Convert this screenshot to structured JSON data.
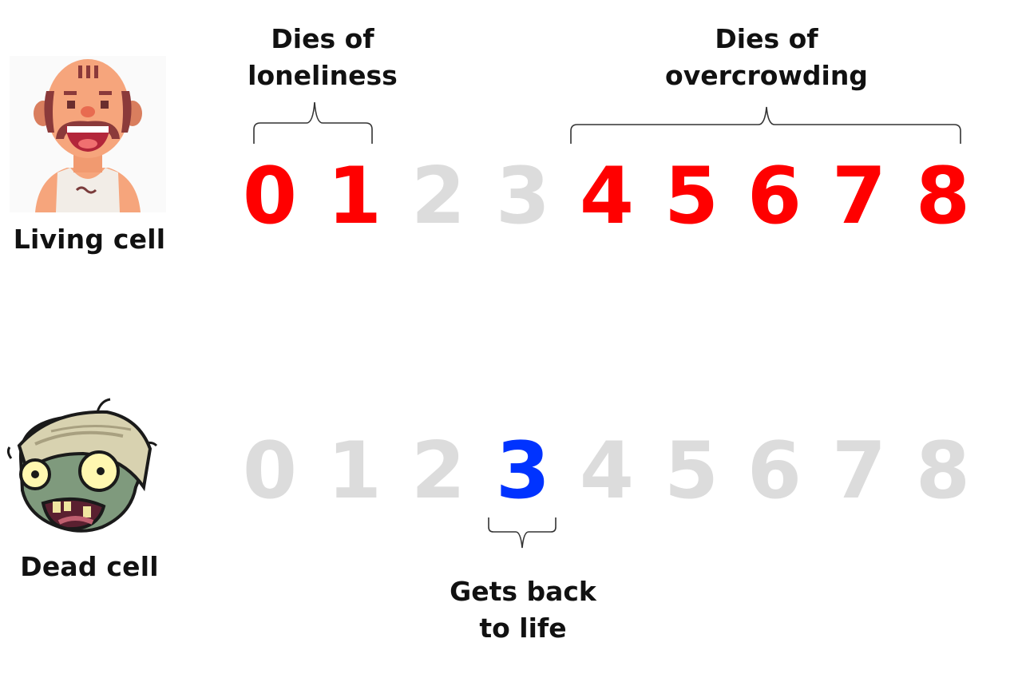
{
  "living": {
    "label": "Living cell",
    "icon": "bald-man-icon",
    "digits": [
      {
        "value": "0",
        "color": "#ff0000"
      },
      {
        "value": "1",
        "color": "#ff0000"
      },
      {
        "value": "2",
        "color": "#dcdcdc"
      },
      {
        "value": "3",
        "color": "#dcdcdc"
      },
      {
        "value": "4",
        "color": "#ff0000"
      },
      {
        "value": "5",
        "color": "#ff0000"
      },
      {
        "value": "6",
        "color": "#ff0000"
      },
      {
        "value": "7",
        "color": "#ff0000"
      },
      {
        "value": "8",
        "color": "#ff0000"
      }
    ],
    "loneliness": {
      "line1": "Dies of",
      "line2": "loneliness"
    },
    "overcrowding": {
      "line1": "Dies of",
      "line2": "overcrowding"
    }
  },
  "dead": {
    "label": "Dead cell",
    "icon": "zombie-head-icon",
    "digits": [
      {
        "value": "0",
        "color": "#dcdcdc"
      },
      {
        "value": "1",
        "color": "#dcdcdc"
      },
      {
        "value": "2",
        "color": "#dcdcdc"
      },
      {
        "value": "3",
        "color": "#0033ff"
      },
      {
        "value": "4",
        "color": "#dcdcdc"
      },
      {
        "value": "5",
        "color": "#dcdcdc"
      },
      {
        "value": "6",
        "color": "#dcdcdc"
      },
      {
        "value": "7",
        "color": "#dcdcdc"
      },
      {
        "value": "8",
        "color": "#dcdcdc"
      }
    ],
    "revive": {
      "line1": "Gets back",
      "line2": "to life"
    }
  }
}
